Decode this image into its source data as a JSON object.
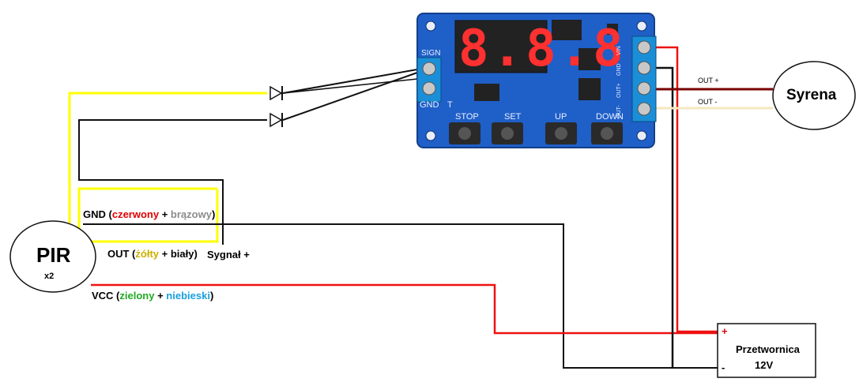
{
  "pir": {
    "title": "PIR",
    "count": "x2"
  },
  "syrena": {
    "title": "Syrena"
  },
  "converter": {
    "title": "Przetwornica",
    "voltage": "12V",
    "plus": "+",
    "minus": "-"
  },
  "labels": {
    "gnd_prefix": "GND (",
    "gnd_red": "czerwony",
    "gnd_plus": " + ",
    "gnd_brown": "brązowy",
    "gnd_close": ")",
    "out_prefix": "OUT (",
    "out_yellow": "żółty",
    "out_rest": " + biały)",
    "signal": "Sygnał +",
    "vcc_prefix": "VCC (",
    "vcc_green": "zielony",
    "vcc_plus": " + ",
    "vcc_blue": "niebieski",
    "vcc_close": ")",
    "out_plus": "OUT +",
    "out_minus": "OUT -"
  },
  "board": {
    "display": "8.8.8",
    "buttons": [
      "STOP",
      "SET",
      "UP",
      "DOWN"
    ],
    "signal_label": "SIGN",
    "gnd_label": "GND",
    "t_label": "T",
    "terminals": [
      "VIN",
      "GND",
      "OUT+",
      "OUT-"
    ]
  },
  "colors": {
    "yellow_wire": "#ffff00",
    "black_wire": "#111111",
    "red_wire": "#ee1111",
    "dark_red_wire": "#7a0000",
    "cream_wire": "#f4e7c0",
    "board_blue": "#1f5fc8",
    "red_text": "#e00000",
    "brown_text": "#8b8b8b",
    "yellow_text": "#c9b000",
    "green_text": "#22aa22",
    "blue_text": "#1aa0e0"
  }
}
